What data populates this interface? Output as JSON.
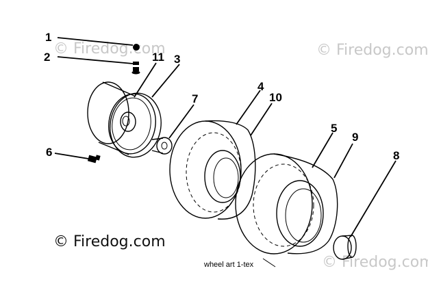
{
  "diagram": {
    "caption": "wheel art 1-tex",
    "watermarks": {
      "top_left": "© Firedog.com",
      "top_right": "© Firedog.com",
      "bottom_left": "© Firedog.com",
      "bottom_right": "© Firedog.com"
    },
    "callouts": {
      "c1": "1",
      "c2": "2",
      "c3": "3",
      "c4": "4",
      "c5": "5",
      "c6": "6",
      "c7": "7",
      "c8": "8",
      "c9": "9",
      "c10": "10",
      "c11": "11"
    },
    "colors": {
      "line": "#000000",
      "watermark_light": "#c8c8c8",
      "background": "#ffffff"
    }
  }
}
